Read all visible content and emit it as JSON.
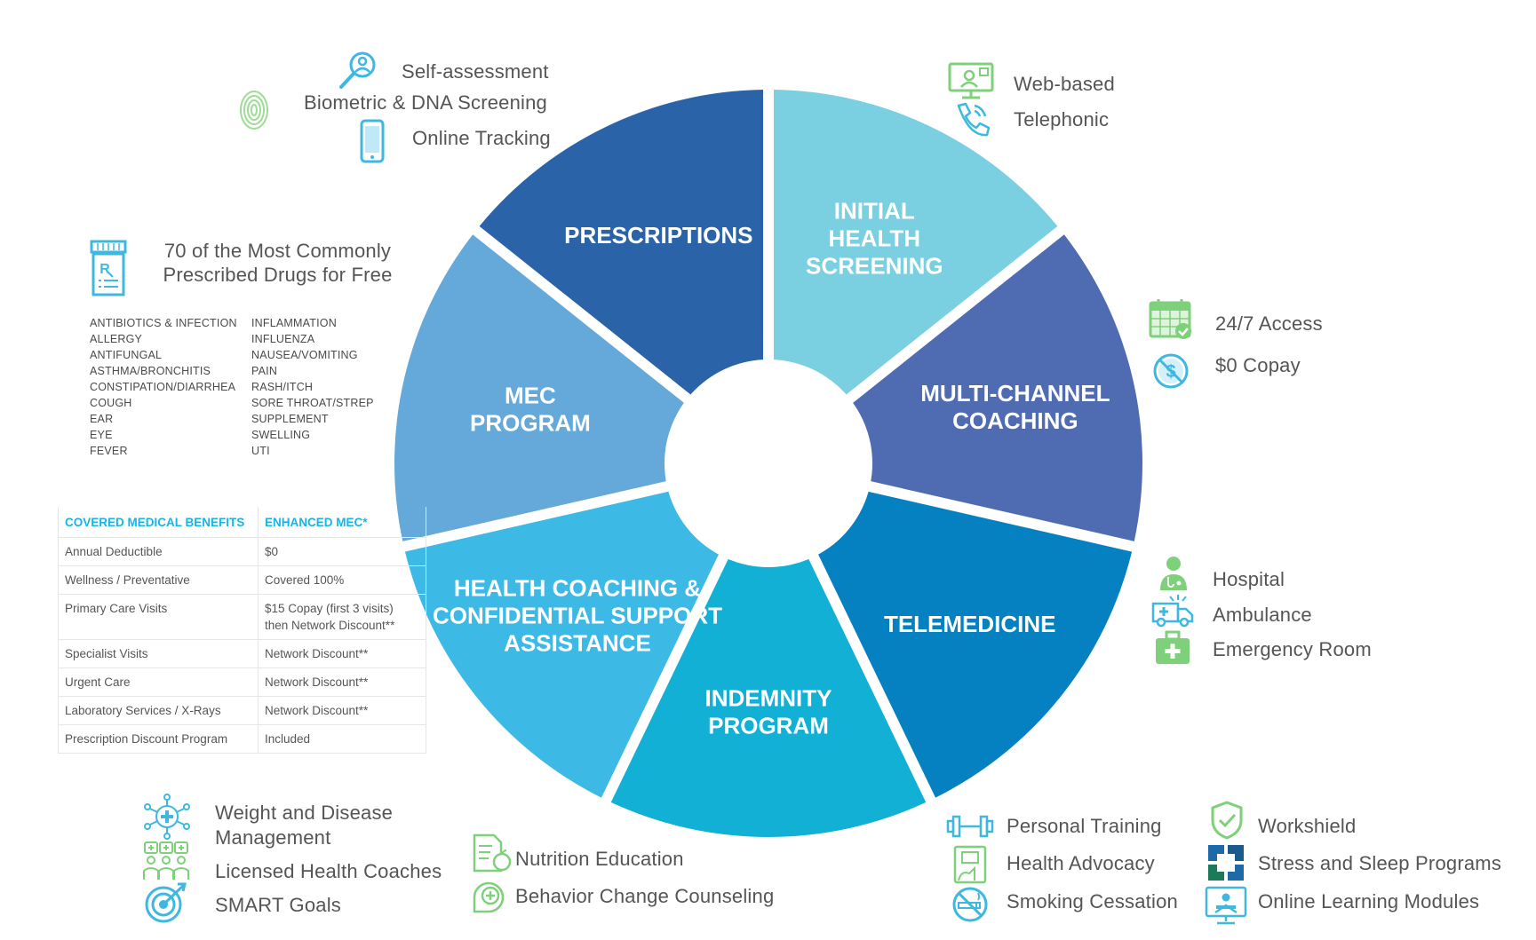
{
  "segments": [
    {
      "id": "initial-health-screening",
      "lines": [
        "INITIAL",
        "HEALTH",
        "SCREENING"
      ],
      "color": "#7acfe0"
    },
    {
      "id": "multi-channel-coaching",
      "lines": [
        "MULTI-CHANNEL",
        "COACHING"
      ],
      "color": "#4f6bb2"
    },
    {
      "id": "telemedicine",
      "lines": [
        "TELEMEDICINE"
      ],
      "color": "#0580c1"
    },
    {
      "id": "indemnity-program",
      "lines": [
        "INDEMNITY",
        "PROGRAM"
      ],
      "color": "#12b0d4"
    },
    {
      "id": "health-coaching",
      "lines": [
        "HEALTH COACHING &",
        "CONFIDENTIAL SUPPORT",
        "ASSISTANCE"
      ],
      "color": "#3db9e6"
    },
    {
      "id": "mec-program",
      "lines": [
        "MEC",
        "PROGRAM"
      ],
      "color": "#64a9da"
    },
    {
      "id": "prescriptions",
      "lines": [
        "PRESCRIPTIONS"
      ],
      "color": "#2b63a9"
    }
  ],
  "screening": {
    "self_assessment": "Self-assessment",
    "biometric": "Biometric & DNA Screening",
    "online_tracking": "Online Tracking"
  },
  "coaching_channels": {
    "web": "Web-based",
    "phone": "Telephonic"
  },
  "telemedicine": {
    "access": "24/7 Access",
    "copay": "$0 Copay"
  },
  "indemnity": {
    "hospital": "Hospital",
    "ambulance": "Ambulance",
    "emergency": "Emergency Room"
  },
  "prescriptions": {
    "headline_line1": "70 of the Most Commonly",
    "headline_line2": "Prescribed Drugs for Free",
    "col1": [
      "ANTIBIOTICS & INFECTION",
      "ALLERGY",
      "ANTIFUNGAL",
      "ASTHMA/BRONCHITIS",
      "CONSTIPATION/DIARRHEA",
      "COUGH",
      "EAR",
      "EYE",
      "FEVER"
    ],
    "col2": [
      "INFLAMMATION",
      "INFLUENZA",
      "NAUSEA/VOMITING",
      "PAIN",
      "RASH/ITCH",
      "SORE THROAT/STREP",
      "SUPPLEMENT",
      "SWELLING",
      "UTI"
    ]
  },
  "mec_table": {
    "header": [
      "COVERED MEDICAL BENEFITS",
      "ENHANCED MEC*"
    ],
    "rows": [
      [
        "Annual Deductible",
        "$0"
      ],
      [
        "Wellness / Preventative",
        "Covered 100%"
      ],
      [
        "Primary Care Visits",
        "$15 Copay (first 3 visits)\nthen Network Discount**"
      ],
      [
        "Specialist Visits",
        "Network Discount**"
      ],
      [
        "Urgent Care",
        "Network Discount**"
      ],
      [
        "Laboratory Services / X-Rays",
        "Network Discount**"
      ],
      [
        "Prescription Discount Program",
        "Included"
      ]
    ]
  },
  "coaching_features": {
    "weight_line1": "Weight and Disease",
    "weight_line2": "Management",
    "coaches": "Licensed Health Coaches",
    "goals": "SMART Goals"
  },
  "nutrition": {
    "education": "Nutrition Education",
    "behavior": "Behavior Change Counseling"
  },
  "wellness": {
    "training": "Personal Training",
    "advocacy": "Health Advocacy",
    "smoking": "Smoking Cessation",
    "workshield": "Workshield",
    "stress": "Stress and Sleep Programs",
    "learning": "Online Learning Modules"
  },
  "colors": {
    "icon_green": "#7ed07a",
    "icon_cyan": "#3fb8e0",
    "table_header": "#19b3e6"
  }
}
